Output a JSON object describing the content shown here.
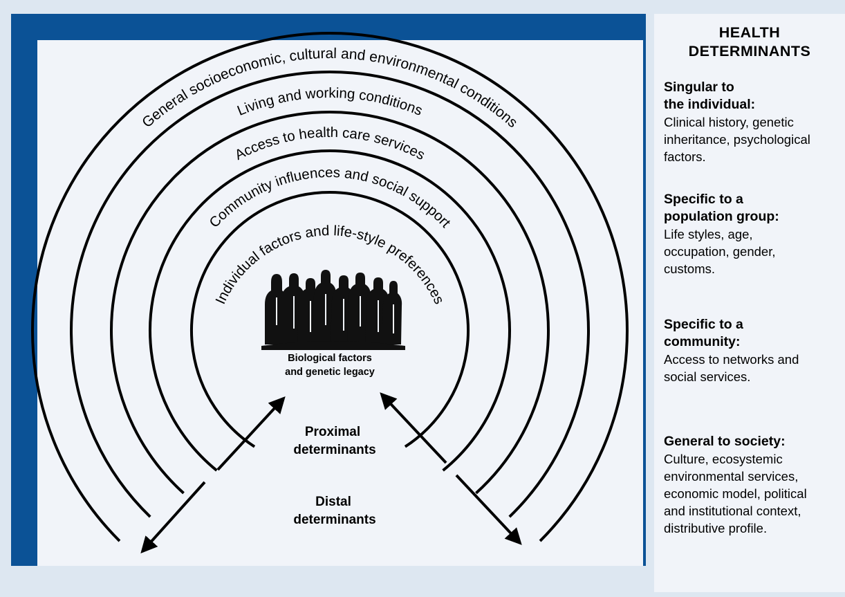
{
  "diagram": {
    "rings": [
      "General socioeconomic, cultural and environmental conditions",
      "Living and working conditions",
      "Access to health care services",
      "Community influences and social support",
      "Individual factors and life-style preferences"
    ],
    "center_label_line1": "Biological factors",
    "center_label_line2": "and genetic legacy",
    "proximal_line1": "Proximal",
    "proximal_line2": "determinants",
    "distal_line1": "Distal",
    "distal_line2": "determinants",
    "people_icon": "people-group-silhouette"
  },
  "panel": {
    "title_line1": "HEALTH",
    "title_line2": "DETERMINANTS",
    "sections": [
      {
        "heading": "Singular to\nthe individual:",
        "body": "Clinical history, genetic\ninheritance, psychological\nfactors."
      },
      {
        "heading": "Specific to a\npopulation group:",
        "body": "Life styles, age,\noccupation, gender,\ncustoms."
      },
      {
        "heading": "Specific to a\ncommunity:",
        "body": "Access to networks and\nsocial services."
      },
      {
        "heading": "General to society:",
        "body": "Culture, ecosystemic\nenvironmental services,\neconomic model, political\nand institutional context,\ndistributive profile."
      }
    ]
  },
  "colors": {
    "frame_blue": "#0b5296",
    "panel_bg": "#f1f4f9",
    "page_bg": "#dde7f1",
    "ink": "#000000"
  }
}
